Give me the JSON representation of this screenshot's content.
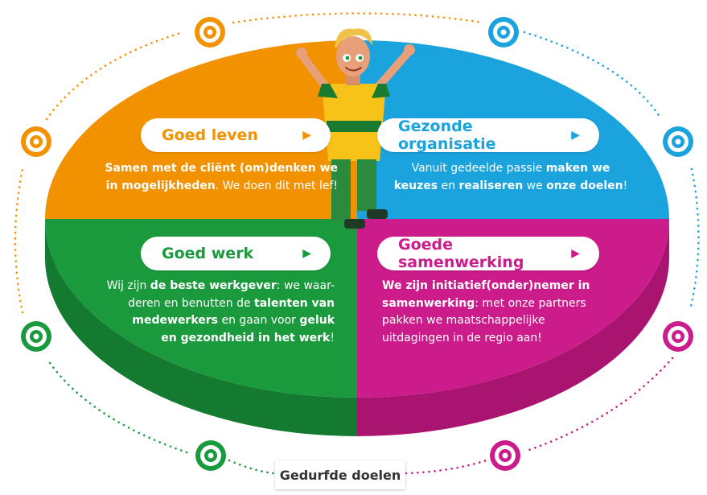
{
  "colors": {
    "orange": "#f39200",
    "blue": "#1aa3dd",
    "green": "#1a9a3c",
    "magenta": "#cc1b8a"
  },
  "quadrants": {
    "goed_leven": {
      "title": "Goed leven",
      "text": [
        [
          {
            "t": "Samen met de cliënt (om)denken we",
            "b": true
          }
        ],
        [
          {
            "t": "in mogelijkheden",
            "b": true
          },
          {
            "t": ". We doen dit met lef!",
            "b": false
          }
        ]
      ]
    },
    "gezonde_organisatie": {
      "title": "Gezonde organisatie",
      "text": [
        [
          {
            "t": "Vanuit gedeelde passie ",
            "b": false
          },
          {
            "t": "maken we",
            "b": true
          }
        ],
        [
          {
            "t": "keuzes",
            "b": true
          },
          {
            "t": " en ",
            "b": false
          },
          {
            "t": "realiseren",
            "b": true
          },
          {
            "t": " we ",
            "b": false
          },
          {
            "t": "onze doelen",
            "b": true
          },
          {
            "t": "!",
            "b": false
          }
        ]
      ]
    },
    "goed_werk": {
      "title": "Goed werk",
      "text": [
        [
          {
            "t": "Wij zijn ",
            "b": false
          },
          {
            "t": "de beste werkgever",
            "b": true
          },
          {
            "t": ": we waar-",
            "b": false
          }
        ],
        [
          {
            "t": "deren en benutten de ",
            "b": false
          },
          {
            "t": "talenten van",
            "b": true
          }
        ],
        [
          {
            "t": "medewerkers",
            "b": true
          },
          {
            "t": " en gaan voor ",
            "b": false
          },
          {
            "t": "geluk",
            "b": true
          }
        ],
        [
          {
            "t": "en gezondheid in het werk",
            "b": true
          },
          {
            "t": "!",
            "b": false
          }
        ]
      ]
    },
    "goede_samenwerking": {
      "title": "Goede samenwerking",
      "text": [
        [
          {
            "t": "We zijn initiatief(onder)nemer in",
            "b": true
          }
        ],
        [
          {
            "t": "samenwerking",
            "b": true
          },
          {
            "t": ": met onze partners",
            "b": false
          }
        ],
        [
          {
            "t": "pakken we maatschappelijke",
            "b": false
          }
        ],
        [
          {
            "t": "uitdagingen in de regio aan!",
            "b": false
          }
        ]
      ]
    }
  },
  "arrow_glyph": "▶",
  "footer_label": "Gedurfde doelen"
}
